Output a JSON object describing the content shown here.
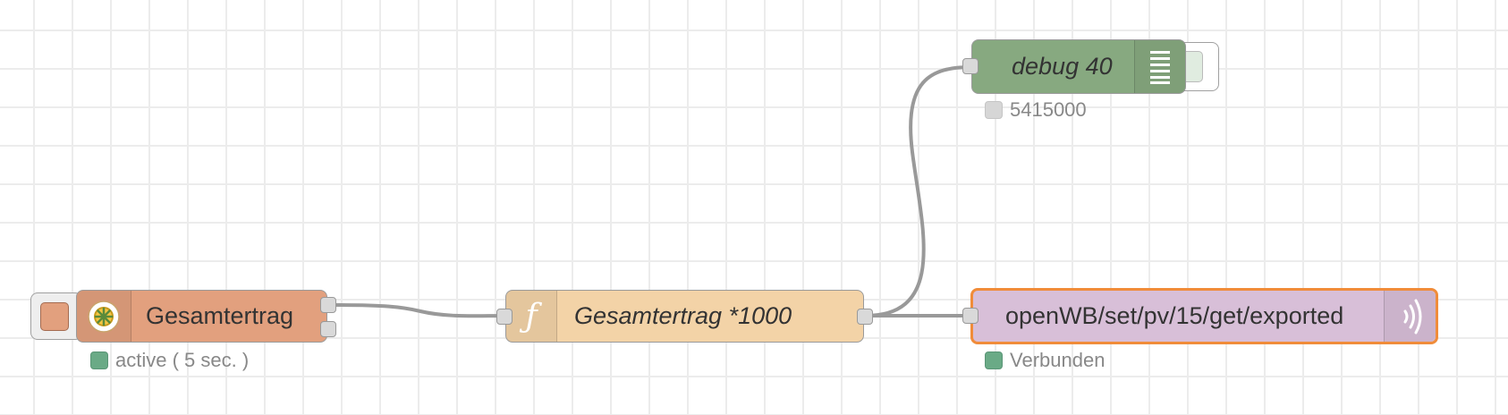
{
  "flow": {
    "inject_node": {
      "label": "Gesamtertrag",
      "icon": "inject-wheel-icon",
      "color": "#e2a07e",
      "status_text": "active ( 5 sec. )",
      "status_color": "#6aaa86"
    },
    "function_node": {
      "label": "Gesamtertrag *1000",
      "icon": "function-f-icon",
      "icon_glyph": "ƒ",
      "color": "#f3d3a7"
    },
    "debug_node": {
      "label": "debug 40",
      "icon": "debug-list-icon",
      "color": "#87a980",
      "status_text": "5415000",
      "status_color": "#d6d6d6"
    },
    "mqtt_node": {
      "label": "openWB/set/pv/15/get/exported",
      "icon": "mqtt-broadcast-icon",
      "color": "#d8bfd8",
      "border_color": "#f08c3a",
      "status_text": "Verbunden",
      "status_color": "#6aaa86"
    },
    "wire_color": "#999999"
  }
}
